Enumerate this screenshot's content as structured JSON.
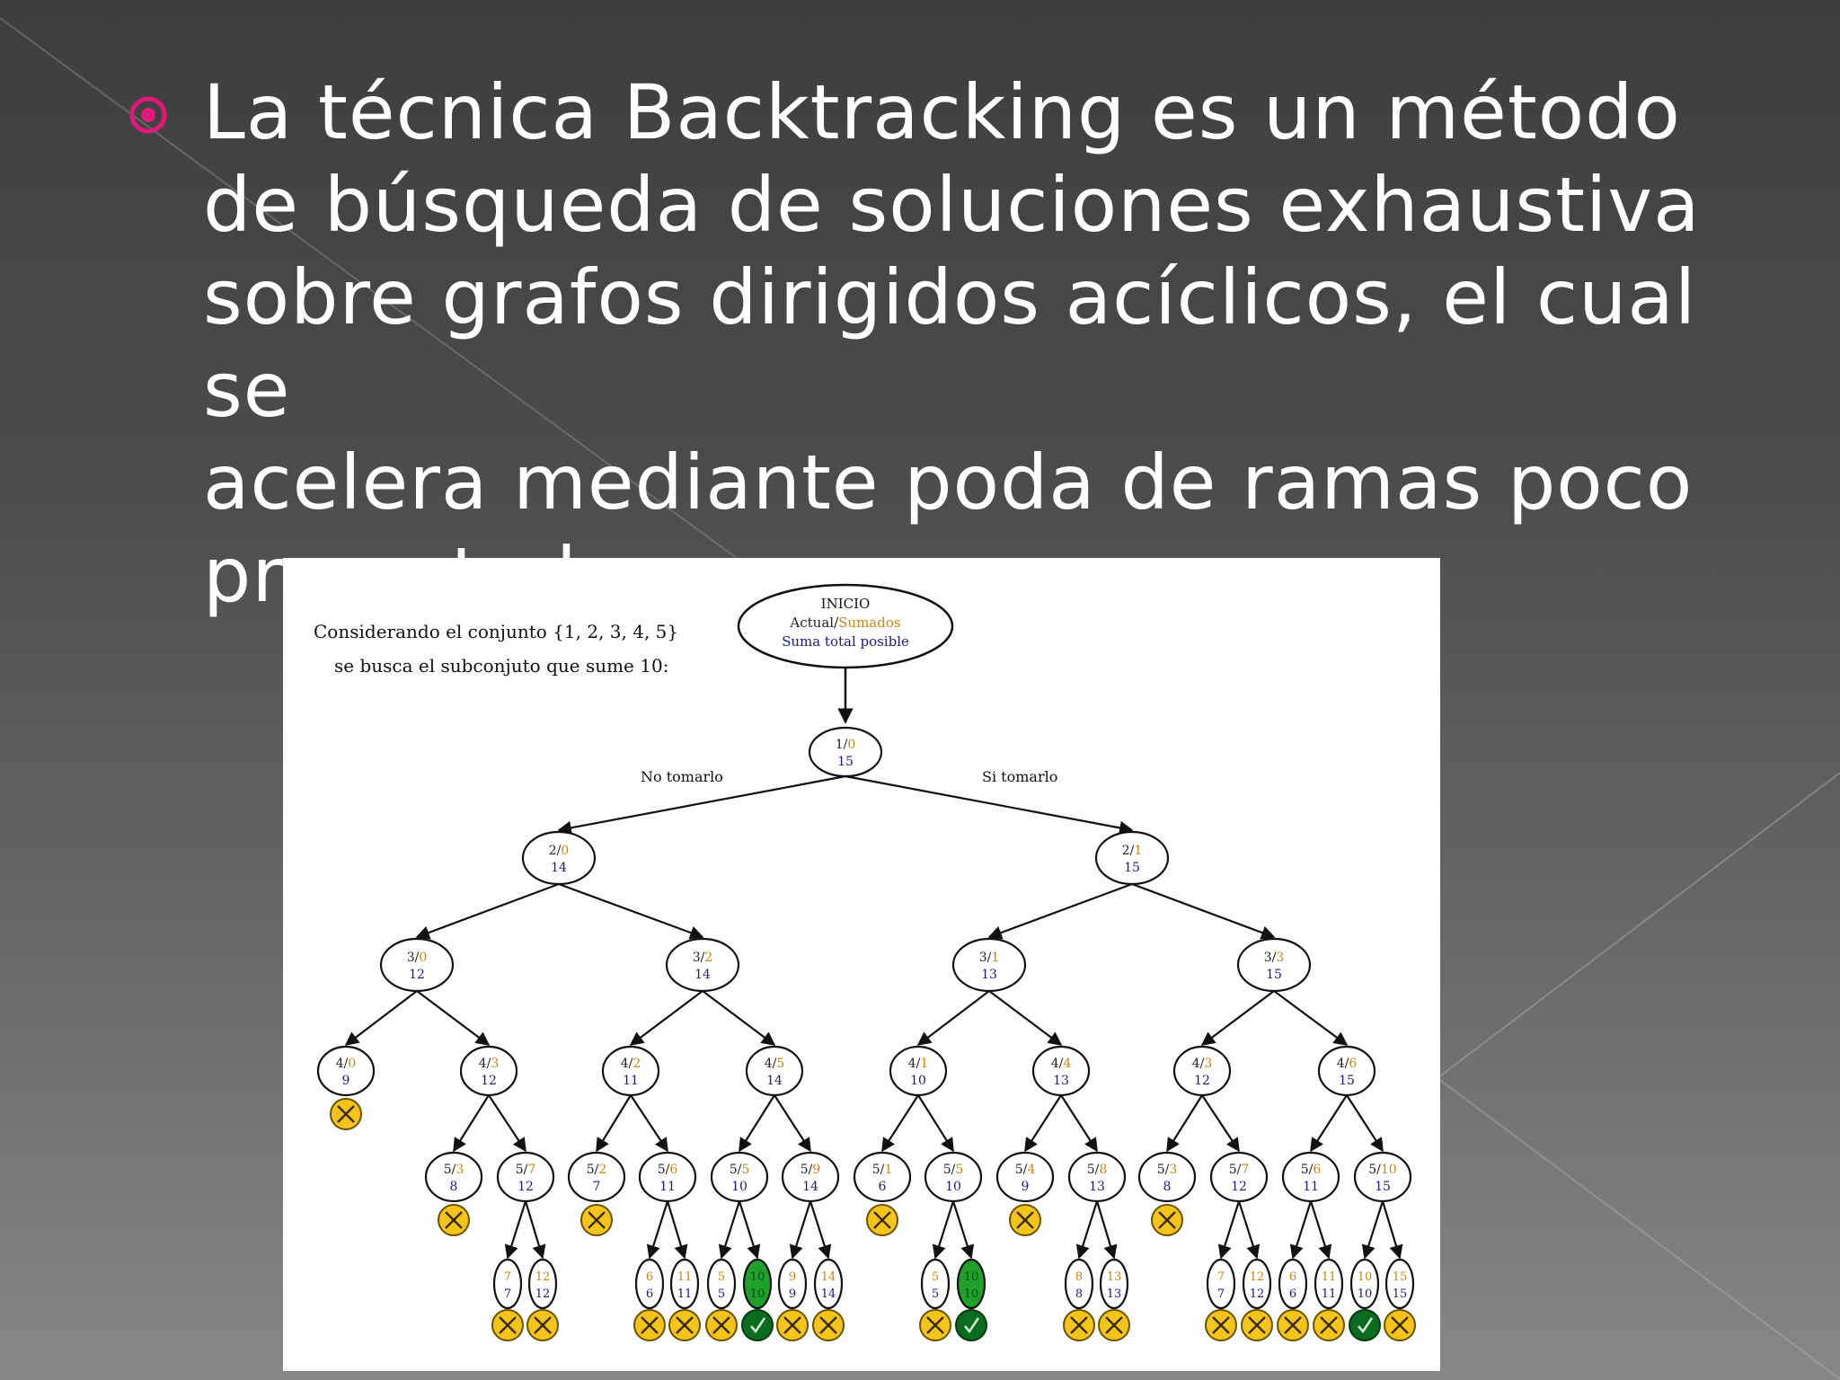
{
  "slide": {
    "bullet_icon": "circle-dot-icon",
    "text_lines": [
      "La técnica Backtracking es un método",
      "de búsqueda de soluciones exhaustiva",
      "sobre grafos dirigidos acíclicos, el cual se",
      "acelera mediante poda de ramas poco",
      "prometedoras."
    ],
    "colors": {
      "bullet": "#e2187a",
      "text": "#ffffff"
    }
  },
  "diagram": {
    "caption_line1": "Considerando el conjunto {1,  2,  3, 4, 5}",
    "caption_line2": "se busca el subconjuto que sume 10:",
    "start_node": {
      "title": "INICIO",
      "actual": "Actual/",
      "sumados": "Sumados",
      "total": "Suma total posible"
    },
    "left_branch_label": "No tomarlo",
    "right_branch_label": "Si tomarlo",
    "colors": {
      "actual": "#222222",
      "sumados": "#c8860a",
      "total": "#1a1a80",
      "prune": "#f3c41a",
      "solution": "#1fa02a",
      "solution_dark": "#0b6b1e"
    },
    "result_icons": {
      "pruned": "cross-icon",
      "solution": "check-icon"
    },
    "nodes": [
      {
        "id": "n1",
        "a": "1",
        "s": "0",
        "t": "15"
      },
      {
        "id": "n2l",
        "a": "2",
        "s": "0",
        "t": "14"
      },
      {
        "id": "n2r",
        "a": "2",
        "s": "1",
        "t": "15"
      },
      {
        "id": "n3a",
        "a": "3",
        "s": "0",
        "t": "12"
      },
      {
        "id": "n3b",
        "a": "3",
        "s": "2",
        "t": "14"
      },
      {
        "id": "n3c",
        "a": "3",
        "s": "1",
        "t": "13"
      },
      {
        "id": "n3d",
        "a": "3",
        "s": "3",
        "t": "15"
      },
      {
        "id": "n4a",
        "a": "4",
        "s": "0",
        "t": "9",
        "result": "pruned"
      },
      {
        "id": "n4b",
        "a": "4",
        "s": "3",
        "t": "12"
      },
      {
        "id": "n4c",
        "a": "4",
        "s": "2",
        "t": "11"
      },
      {
        "id": "n4d",
        "a": "4",
        "s": "5",
        "t": "14"
      },
      {
        "id": "n4e",
        "a": "4",
        "s": "1",
        "t": "10"
      },
      {
        "id": "n4f",
        "a": "4",
        "s": "4",
        "t": "13"
      },
      {
        "id": "n4g",
        "a": "4",
        "s": "3",
        "t": "12"
      },
      {
        "id": "n4h",
        "a": "4",
        "s": "6",
        "t": "15"
      },
      {
        "id": "n5a",
        "a": "5",
        "s": "3",
        "t": "8",
        "result": "pruned"
      },
      {
        "id": "n5b",
        "a": "5",
        "s": "7",
        "t": "12"
      },
      {
        "id": "n5c",
        "a": "5",
        "s": "2",
        "t": "7",
        "result": "pruned"
      },
      {
        "id": "n5d",
        "a": "5",
        "s": "6",
        "t": "11"
      },
      {
        "id": "n5e",
        "a": "5",
        "s": "5",
        "t": "10"
      },
      {
        "id": "n5f",
        "a": "5",
        "s": "9",
        "t": "14"
      },
      {
        "id": "n5g",
        "a": "5",
        "s": "1",
        "t": "6",
        "result": "pruned"
      },
      {
        "id": "n5h",
        "a": "5",
        "s": "5",
        "t": "10"
      },
      {
        "id": "n5i",
        "a": "5",
        "s": "4",
        "t": "9",
        "result": "pruned"
      },
      {
        "id": "n5j",
        "a": "5",
        "s": "8",
        "t": "13"
      },
      {
        "id": "n5k",
        "a": "5",
        "s": "3",
        "t": "8",
        "result": "pruned"
      },
      {
        "id": "n5l",
        "a": "5",
        "s": "7",
        "t": "12"
      },
      {
        "id": "n5m",
        "a": "5",
        "s": "6",
        "t": "11"
      },
      {
        "id": "n5n",
        "a": "5",
        "s": "10",
        "t": "15"
      },
      {
        "id": "l1",
        "s": "7",
        "t": "7",
        "result": "pruned"
      },
      {
        "id": "l2",
        "s": "12",
        "t": "12",
        "result": "pruned"
      },
      {
        "id": "l3",
        "s": "6",
        "t": "6",
        "result": "pruned"
      },
      {
        "id": "l4",
        "s": "11",
        "t": "11",
        "result": "pruned"
      },
      {
        "id": "l5",
        "s": "5",
        "t": "5",
        "result": "pruned"
      },
      {
        "id": "l6",
        "s": "10",
        "t": "10",
        "result": "solution",
        "filled": true
      },
      {
        "id": "l7",
        "s": "9",
        "t": "9",
        "result": "pruned"
      },
      {
        "id": "l8",
        "s": "14",
        "t": "14",
        "result": "pruned"
      },
      {
        "id": "l9",
        "s": "5",
        "t": "5",
        "result": "pruned"
      },
      {
        "id": "l10",
        "s": "10",
        "t": "10",
        "result": "solution",
        "filled": true
      },
      {
        "id": "l11",
        "s": "8",
        "t": "8",
        "result": "pruned"
      },
      {
        "id": "l12",
        "s": "13",
        "t": "13",
        "result": "pruned"
      },
      {
        "id": "l13",
        "s": "7",
        "t": "7",
        "result": "pruned"
      },
      {
        "id": "l14",
        "s": "12",
        "t": "12",
        "result": "pruned"
      },
      {
        "id": "l15",
        "s": "6",
        "t": "6",
        "result": "pruned"
      },
      {
        "id": "l16",
        "s": "11",
        "t": "11",
        "result": "pruned"
      },
      {
        "id": "l17",
        "s": "10",
        "t": "10",
        "result": "solution"
      },
      {
        "id": "l18",
        "s": "15",
        "t": "15",
        "result": "pruned"
      }
    ],
    "edges": [
      [
        "n1",
        "n2l"
      ],
      [
        "n1",
        "n2r"
      ],
      [
        "n2l",
        "n3a"
      ],
      [
        "n2l",
        "n3b"
      ],
      [
        "n2r",
        "n3c"
      ],
      [
        "n2r",
        "n3d"
      ],
      [
        "n3a",
        "n4a"
      ],
      [
        "n3a",
        "n4b"
      ],
      [
        "n3b",
        "n4c"
      ],
      [
        "n3b",
        "n4d"
      ],
      [
        "n3c",
        "n4e"
      ],
      [
        "n3c",
        "n4f"
      ],
      [
        "n3d",
        "n4g"
      ],
      [
        "n3d",
        "n4h"
      ],
      [
        "n4b",
        "n5a"
      ],
      [
        "n4b",
        "n5b"
      ],
      [
        "n4c",
        "n5c"
      ],
      [
        "n4c",
        "n5d"
      ],
      [
        "n4d",
        "n5e"
      ],
      [
        "n4d",
        "n5f"
      ],
      [
        "n4e",
        "n5g"
      ],
      [
        "n4e",
        "n5h"
      ],
      [
        "n4f",
        "n5i"
      ],
      [
        "n4f",
        "n5j"
      ],
      [
        "n4g",
        "n5k"
      ],
      [
        "n4g",
        "n5l"
      ],
      [
        "n4h",
        "n5m"
      ],
      [
        "n4h",
        "n5n"
      ],
      [
        "n5b",
        "l1"
      ],
      [
        "n5b",
        "l2"
      ],
      [
        "n5d",
        "l3"
      ],
      [
        "n5d",
        "l4"
      ],
      [
        "n5e",
        "l5"
      ],
      [
        "n5e",
        "l6"
      ],
      [
        "n5f",
        "l7"
      ],
      [
        "n5f",
        "l8"
      ],
      [
        "n5h",
        "l9"
      ],
      [
        "n5h",
        "l10"
      ],
      [
        "n5j",
        "l11"
      ],
      [
        "n5j",
        "l12"
      ],
      [
        "n5l",
        "l13"
      ],
      [
        "n5l",
        "l14"
      ],
      [
        "n5m",
        "l15"
      ],
      [
        "n5m",
        "l16"
      ],
      [
        "n5n",
        "l17"
      ],
      [
        "n5n",
        "l18"
      ]
    ]
  }
}
